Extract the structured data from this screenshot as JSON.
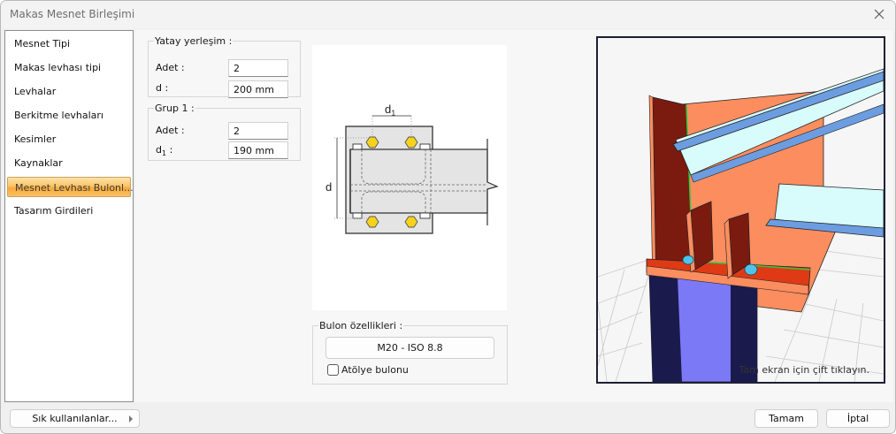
{
  "window": {
    "title": "Makas Mesnet Birleşimi",
    "close_icon": "close-icon"
  },
  "sidebar": {
    "items": [
      {
        "label": "Mesnet Tipi",
        "active": false
      },
      {
        "label": "Makas levhası tipi",
        "active": false
      },
      {
        "label": "Levhalar",
        "active": false
      },
      {
        "label": "Berkitme levhaları",
        "active": false
      },
      {
        "label": "Kesimler",
        "active": false
      },
      {
        "label": "Kaynaklar",
        "active": false
      },
      {
        "label": "Mesnet Levhası Bulonl...",
        "active": true
      },
      {
        "label": "Tasarım Girdileri",
        "active": false
      }
    ]
  },
  "horizontal_layout": {
    "legend": "Yatay yerleşim :",
    "count_label": "Adet :",
    "count_value": "2",
    "d_label": "d :",
    "d_value": "200 mm"
  },
  "group1": {
    "legend": "Grup 1 :",
    "count_label": "Adet :",
    "count_value": "2",
    "d1_label_main": "d",
    "d1_label_sub": "1",
    "d1_label_colon": " :",
    "d1_value": "190 mm"
  },
  "diagram": {
    "d_label": "d",
    "d1_label_main": "d",
    "d1_label_sub": "1",
    "bolt_color": "#f5d21c",
    "plate_color": "#e4e4e4"
  },
  "bolt_properties": {
    "legend": "Bulon özellikleri :",
    "bolt_button": "M20 - ISO 8.8",
    "workshop_bolt_label": "Atölye bulonu",
    "workshop_bolt_checked": false
  },
  "viewport": {
    "hint": "Tam ekran için çift tıklayın."
  },
  "footer": {
    "favorites_label": "Sık kullanılanlar...",
    "ok_label": "Tamam",
    "cancel_label": "İptal"
  },
  "colors": {
    "active_nav": "#f9b54c",
    "plate_orange": "#fb8d5f",
    "plate_dark": "#7b1b0f",
    "base_plate": "#de3a15",
    "column_blue": "#7b79f6",
    "column_dark": "#1a1b4c",
    "purlin": "#d8fcfc",
    "weld_green": "#2ecc40"
  }
}
